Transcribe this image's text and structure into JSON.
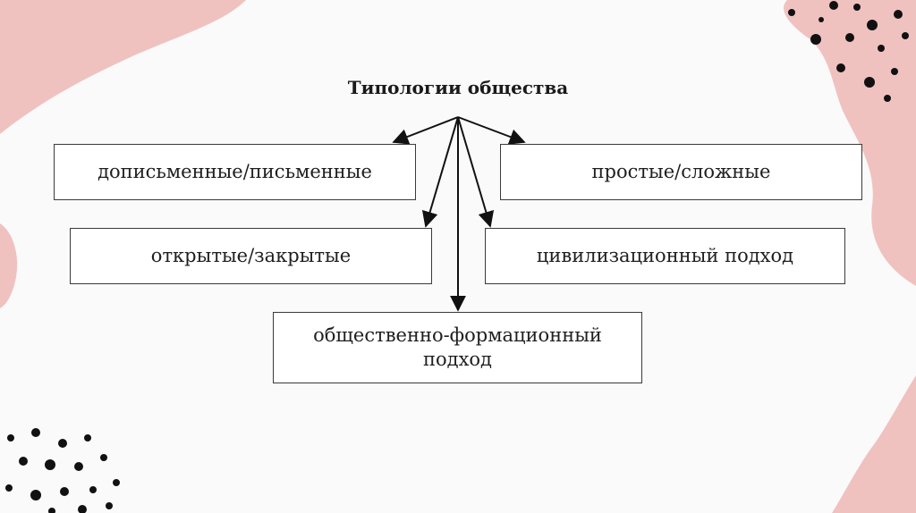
{
  "diagram": {
    "title": "Типологии общества",
    "nodes": [
      {
        "id": "n1",
        "label": "дописьменные/письменные"
      },
      {
        "id": "n2",
        "label": "простые/сложные"
      },
      {
        "id": "n3",
        "label": "открытые/закрытые"
      },
      {
        "id": "n4",
        "label": "цивилизационный подход"
      },
      {
        "id": "n5",
        "label": "общественно-формационный подход"
      }
    ],
    "edges": [
      {
        "from": "title",
        "to": "n1"
      },
      {
        "from": "title",
        "to": "n2"
      },
      {
        "from": "title",
        "to": "n3"
      },
      {
        "from": "title",
        "to": "n4"
      },
      {
        "from": "title",
        "to": "n5"
      }
    ]
  },
  "colors": {
    "background": "#fbfafa",
    "accent_pink": "#efc2c0",
    "dots": "#111111",
    "line": "#111111"
  }
}
